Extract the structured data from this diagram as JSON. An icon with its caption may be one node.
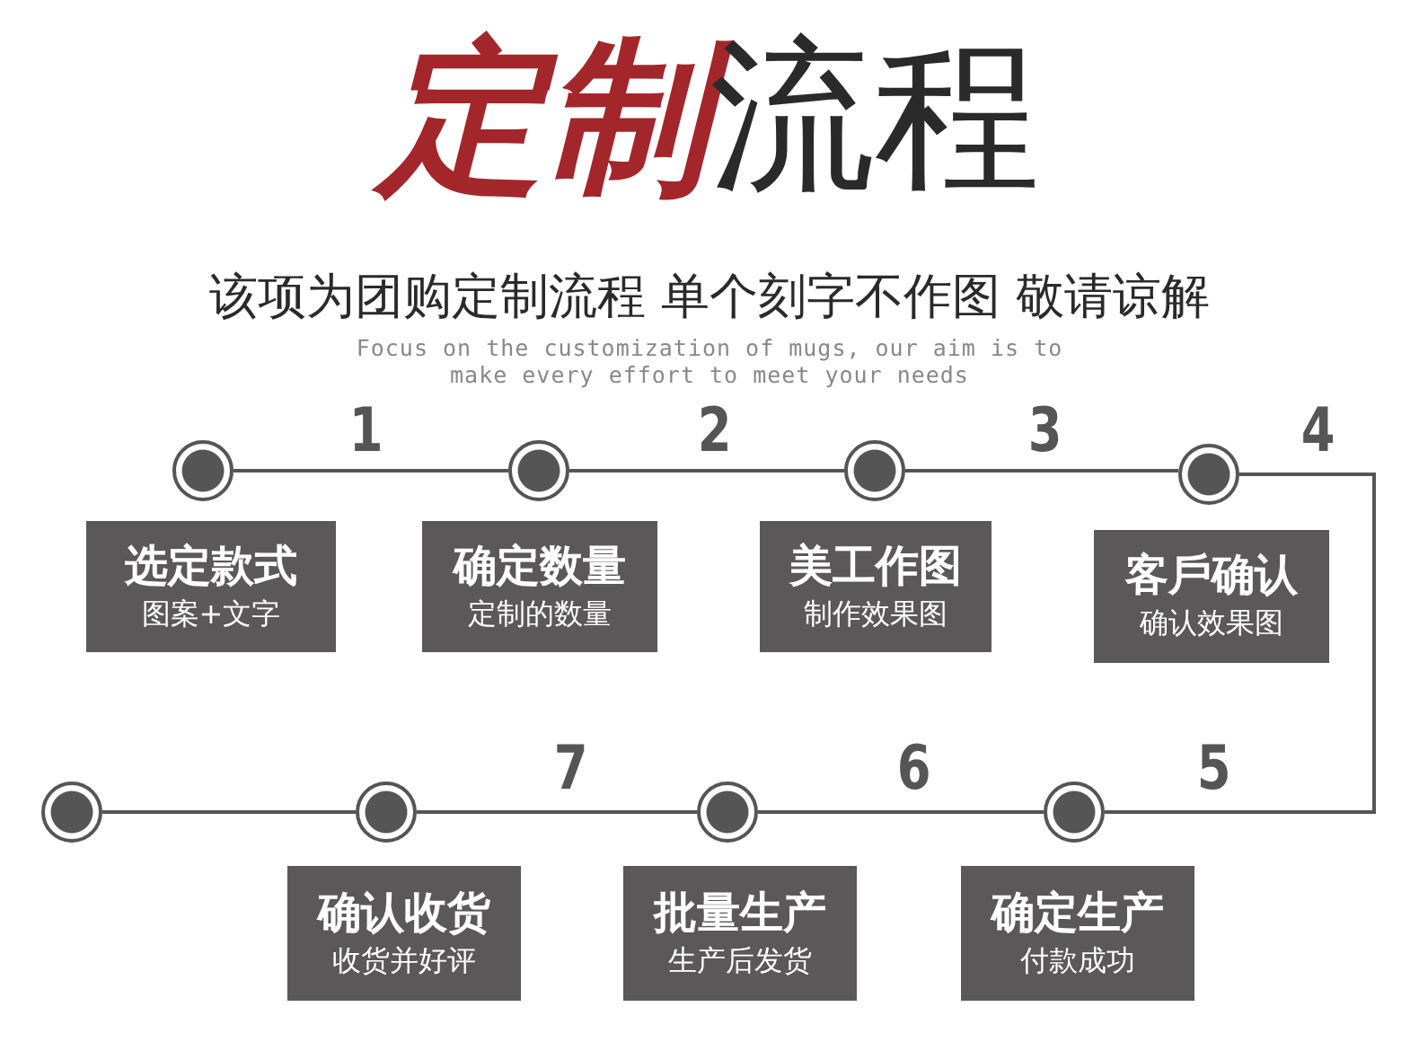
{
  "diagram": {
    "title": "定制流程",
    "nodes": [
      {
        "text": [],
        "shape": "circle"
      },
      {
        "text": [],
        "shape": "circle"
      },
      {
        "text": [],
        "shape": "circle"
      },
      {
        "text": [],
        "shape": "circle"
      },
      {
        "text": [
          "选定款式",
          "图案+文字"
        ]
      },
      {
        "text": [
          "确定数量",
          "定制的数量"
        ]
      },
      {
        "text": [
          "美工作图",
          "制作效果图"
        ]
      },
      {
        "text": [
          "客戶确认",
          "确认效果图"
        ]
      },
      {
        "text": [],
        "shape": "circle"
      },
      {
        "text": [],
        "shape": "circle"
      },
      {
        "text": [],
        "shape": "circle"
      },
      {
        "text": [],
        "shape": "circle"
      },
      {
        "text": [
          "确认收货",
          "收货并好评"
        ]
      },
      {
        "text": [
          "批量生产",
          "生产后发货"
        ]
      },
      {
        "text": [
          "确定生产",
          "付款成功"
        ]
      }
    ],
    "edges": [
      {
        "from": 0,
        "to": 1,
        "arrow": "none"
      },
      {
        "from": 1,
        "to": 2,
        "arrow": "none"
      },
      {
        "from": 2,
        "to": 3,
        "arrow": "none"
      },
      {
        "from": 3,
        "to": 11,
        "arrow": "none"
      },
      {
        "from": 11,
        "to": 10,
        "arrow": "none"
      },
      {
        "from": 10,
        "to": 9,
        "arrow": "none"
      },
      {
        "from": 9,
        "to": 8,
        "arrow": "none"
      }
    ],
    "labels": [
      "该项为团购定制流程 单个刻字不作图 敬请谅解",
      "Focus on the customization of mugs, our aim is to make every effort to meet your needs",
      "1",
      "2",
      "3",
      "4",
      "7",
      "6",
      "5"
    ]
  }
}
